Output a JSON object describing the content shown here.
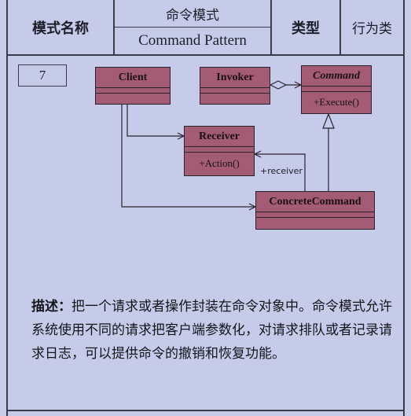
{
  "header": {
    "name_label": "模式名称",
    "pattern_zh": "命令模式",
    "pattern_en": "Command Pattern",
    "type_label": "类型",
    "type_value": "行为类"
  },
  "number": "7",
  "classes": {
    "client": {
      "name": "Client"
    },
    "invoker": {
      "name": "Invoker"
    },
    "command": {
      "name": "Command",
      "operation": "+Execute()"
    },
    "receiver": {
      "name": "Receiver",
      "operation": "+Action()"
    },
    "concrete": {
      "name": "ConcreteCommand"
    }
  },
  "relations": {
    "receiver_label": "+receiver"
  },
  "description": {
    "lead": "描述：",
    "text": "把一个请求或者操作封装在命令对象中。命令模式允许系统使用不同的请求把客户端参数化，对请求排队或者记录请求日志，可以提供命令的撤销和恢复功能。"
  },
  "colors": {
    "background": "#c6cbe9",
    "class_fill": "#a35c74"
  }
}
